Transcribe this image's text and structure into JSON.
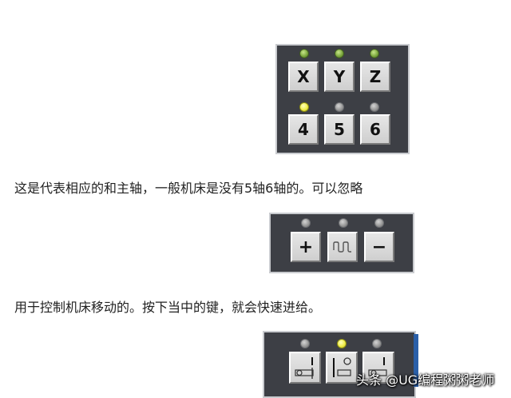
{
  "axis_panel": {
    "keys": [
      {
        "label": "X",
        "led": "green"
      },
      {
        "label": "Y",
        "led": "green"
      },
      {
        "label": "Z",
        "led": "green"
      },
      {
        "label": "4",
        "led": "yellow"
      },
      {
        "label": "5",
        "led": "gray"
      },
      {
        "label": "6",
        "led": "gray"
      }
    ]
  },
  "caption_1": "这是代表相应的和主轴，一般机床是没有5轴6轴的。可以忽略",
  "jog_panel": {
    "keys": [
      {
        "label": "+",
        "led": "gray"
      },
      {
        "label": "",
        "icon": "rapid-wave-icon",
        "led": "gray"
      },
      {
        "label": "−",
        "led": "gray"
      }
    ]
  },
  "caption_2": "用于控制机床移动的。按下当中的键，就会快速进给。",
  "coolant_panel": {
    "keys": [
      {
        "icon": "coolant-tool-left-icon",
        "led": "gray"
      },
      {
        "icon": "coolant-tool-spindle-icon",
        "led": "yellow"
      },
      {
        "icon": "coolant-tool-right-icon",
        "led": "gray"
      }
    ]
  },
  "watermark": "头条 @UG编程粥粥老师",
  "colors": {
    "panel_bg": "#3d3f45",
    "led_green": "#7da83f",
    "led_yellow": "#f0ee4a",
    "led_gray": "#9a9a9a"
  }
}
